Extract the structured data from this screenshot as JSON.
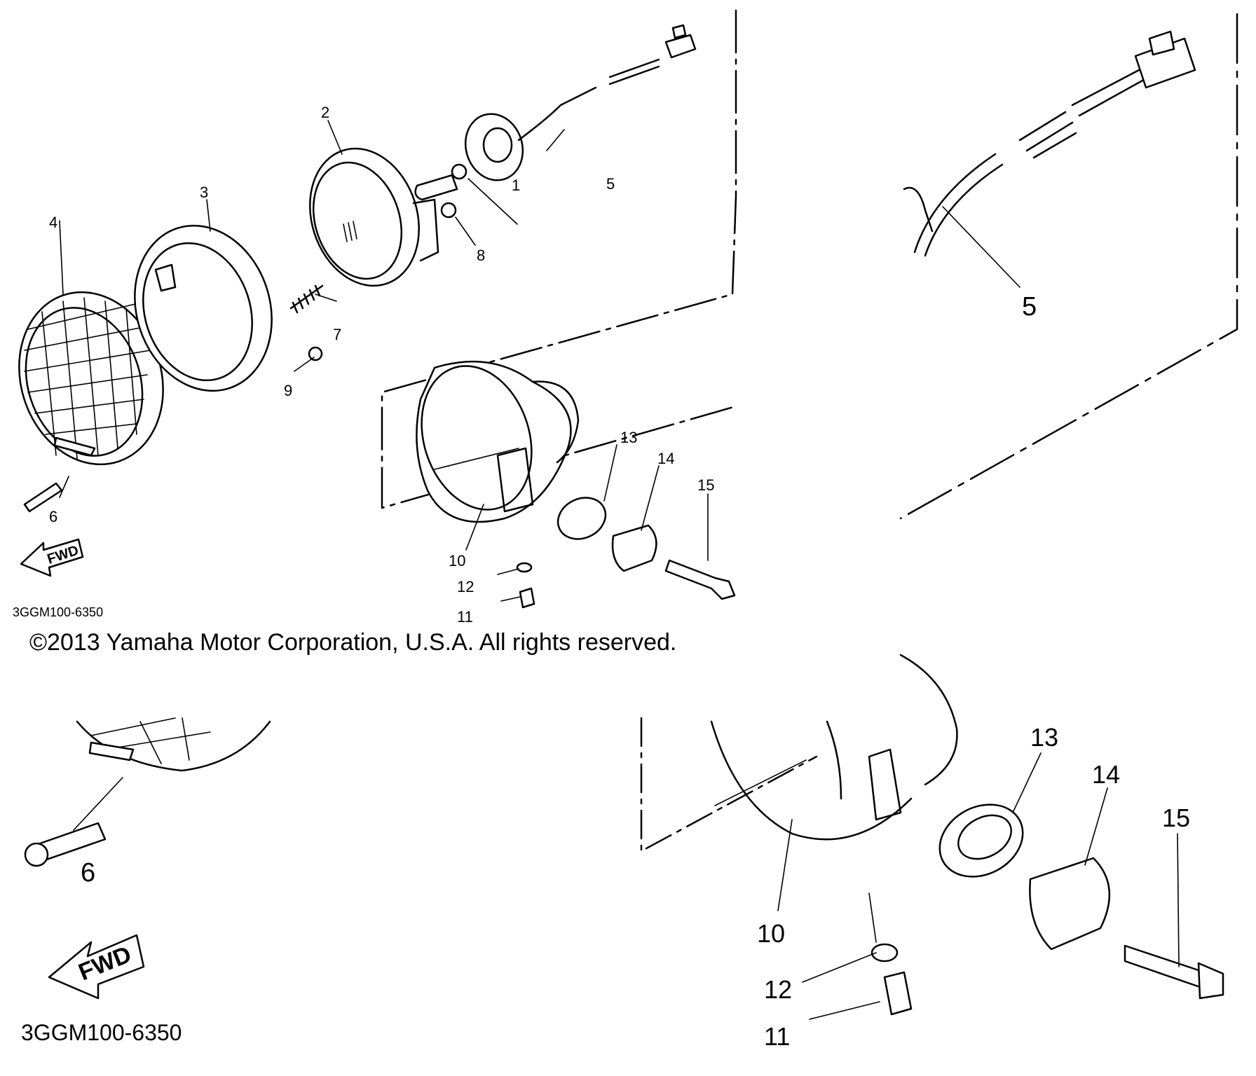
{
  "main": {
    "callouts": [
      "1",
      "2",
      "3",
      "4",
      "5",
      "6",
      "7",
      "8",
      "9",
      "10",
      "11",
      "12",
      "13",
      "14",
      "15"
    ],
    "fwd_label": "FWD",
    "part_code": "3GGM100-6350"
  },
  "zoom_top_right": {
    "callout": "5"
  },
  "zoom_bottom_left": {
    "callout": "6",
    "fwd_label": "FWD",
    "part_code": "3GGM100-6350"
  },
  "zoom_bottom_right": {
    "callouts": [
      "10",
      "11",
      "12",
      "13",
      "14",
      "15"
    ]
  },
  "copyright": "©2013 Yamaha Motor Corporation, U.S.A. All rights reserved."
}
